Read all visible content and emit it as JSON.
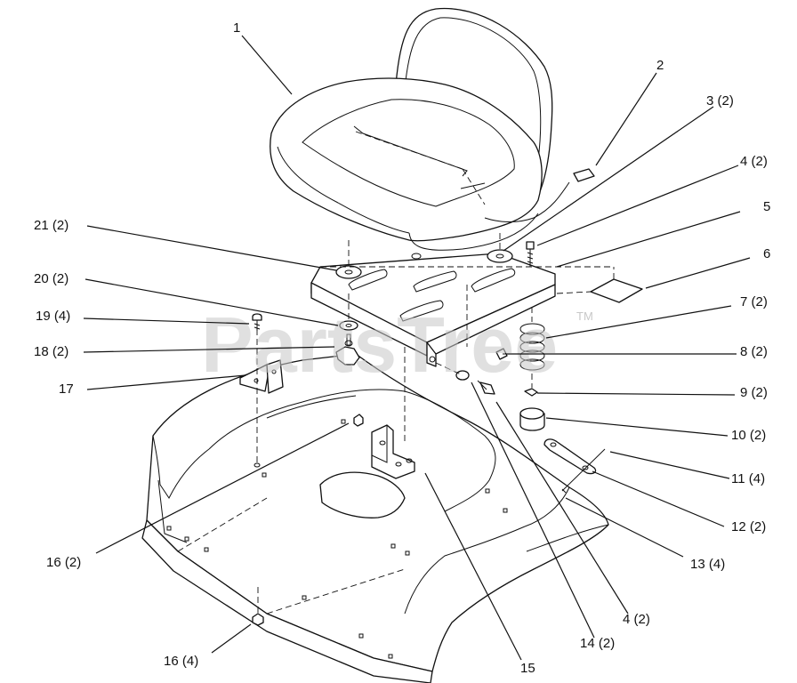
{
  "watermark": {
    "text": "PartsTree",
    "trademark": "TM"
  },
  "callouts": [
    {
      "id": "c1",
      "text": "1"
    },
    {
      "id": "c2",
      "text": "2"
    },
    {
      "id": "c3",
      "text": "3 (2)"
    },
    {
      "id": "c4a",
      "text": "4 (2)"
    },
    {
      "id": "c5",
      "text": "5"
    },
    {
      "id": "c6",
      "text": "6"
    },
    {
      "id": "c7",
      "text": "7 (2)"
    },
    {
      "id": "c8",
      "text": "8 (2)"
    },
    {
      "id": "c9",
      "text": "9 (2)"
    },
    {
      "id": "c10",
      "text": "10 (2)"
    },
    {
      "id": "c11",
      "text": "11 (4)"
    },
    {
      "id": "c12",
      "text": "12 (2)"
    },
    {
      "id": "c13",
      "text": "13 (4)"
    },
    {
      "id": "c4b",
      "text": "4 (2)"
    },
    {
      "id": "c14",
      "text": "14 (2)"
    },
    {
      "id": "c15",
      "text": "15"
    },
    {
      "id": "c16a",
      "text": "16 (4)"
    },
    {
      "id": "c16b",
      "text": "16 (2)"
    },
    {
      "id": "c17",
      "text": "17"
    },
    {
      "id": "c18",
      "text": "18 (2)"
    },
    {
      "id": "c19",
      "text": "19 (4)"
    },
    {
      "id": "c20",
      "text": "20 (2)"
    },
    {
      "id": "c21",
      "text": "21 (2)"
    }
  ]
}
